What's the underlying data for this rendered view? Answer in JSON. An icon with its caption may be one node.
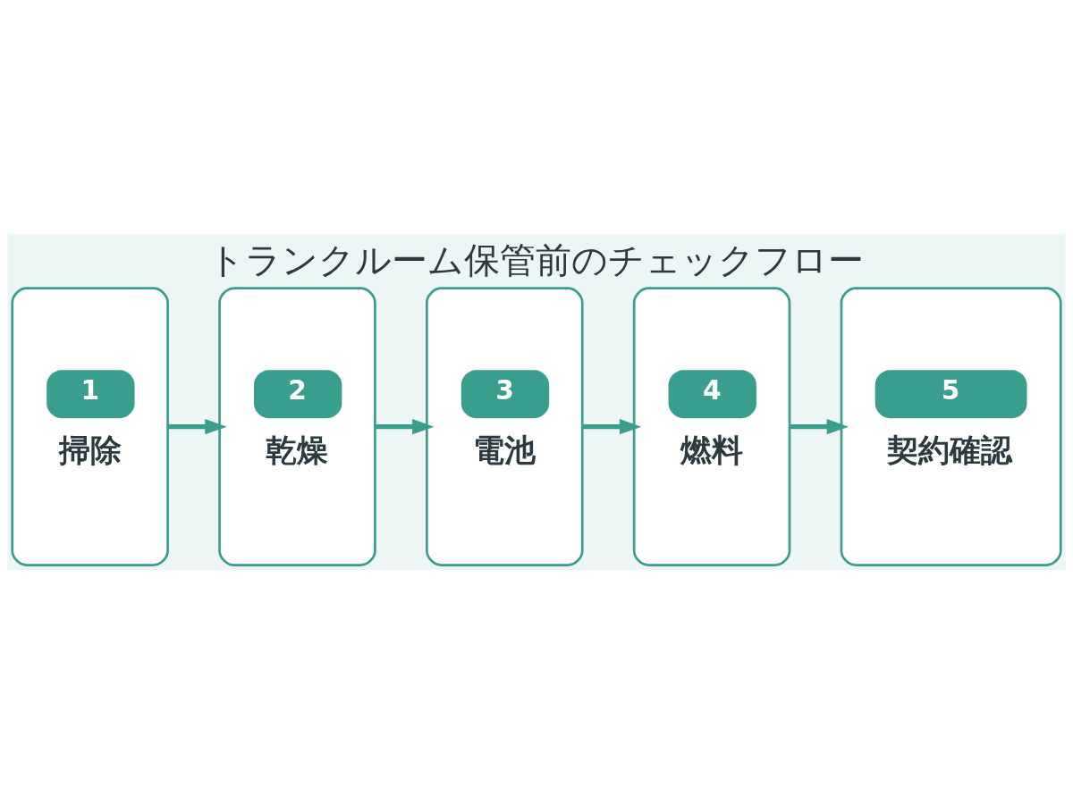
{
  "diagram": {
    "title": "トランクルーム保管前のチェックフロー",
    "nodes": [
      {
        "text": [
          "1",
          "掃除"
        ]
      },
      {
        "text": [
          "2",
          "乾燥"
        ]
      },
      {
        "text": [
          "3",
          "電池"
        ]
      },
      {
        "text": [
          "4",
          "燃料"
        ]
      },
      {
        "text": [
          "5",
          "契約確認"
        ]
      }
    ],
    "edges": [
      {
        "from": 0,
        "to": 1,
        "arrow": "to"
      },
      {
        "from": 1,
        "to": 2,
        "arrow": "to"
      },
      {
        "from": 2,
        "to": 3,
        "arrow": "to"
      },
      {
        "from": 3,
        "to": 4,
        "arrow": "to"
      }
    ]
  }
}
